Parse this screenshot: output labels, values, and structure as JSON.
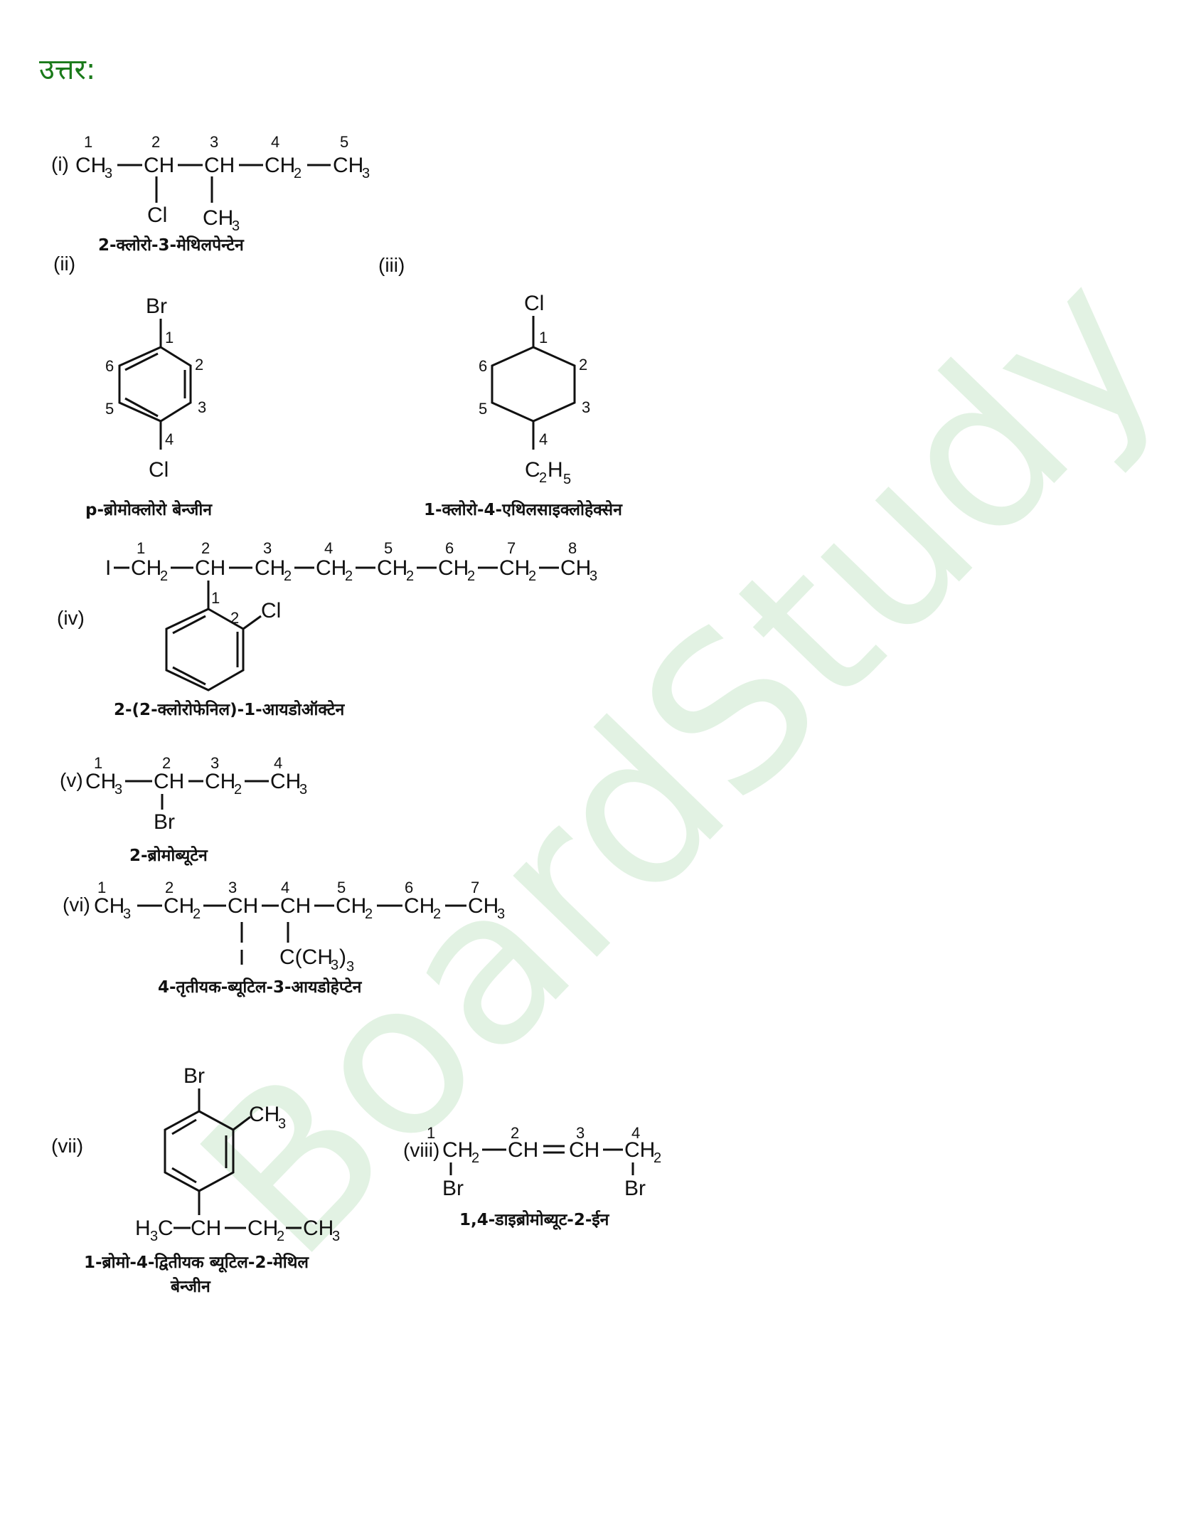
{
  "heading": "उत्तर:",
  "watermark": "BoardStudy",
  "colors": {
    "heading": "#1a7a1a",
    "watermark": "#e2f2e3",
    "ink": "#111111"
  },
  "structures": [
    {
      "label": "(i)",
      "formula": "CH3—CH(Cl)—CH(CH3)—CH2—CH3",
      "numbers": [
        "1",
        "2",
        "3",
        "4",
        "5"
      ],
      "substituents": [
        "Cl",
        "CH3"
      ],
      "name": "2-क्लोरो-3-मेथिलपेन्टेन"
    },
    {
      "label": "(ii)",
      "formula": "Br-C6H4-Cl (para)",
      "substituents": [
        "Br",
        "Cl"
      ],
      "ring_numbers": [
        "1",
        "2",
        "3",
        "4",
        "5",
        "6"
      ],
      "name": "p-ब्रोमोक्लोरो बेन्जीन"
    },
    {
      "label": "(iii)",
      "formula": "Cl-C6H10-C2H5",
      "substituents": [
        "Cl",
        "C2H5"
      ],
      "ring_numbers": [
        "1",
        "2",
        "3",
        "4",
        "5",
        "6"
      ],
      "name": "1-क्लोरो-4-एथिलसाइक्लोहेक्सेन"
    },
    {
      "label": "(iv)",
      "formula": "I—CH2—CH(C6H4Cl)—CH2—CH2—CH2—CH2—CH2—CH3",
      "numbers": [
        "1",
        "2",
        "3",
        "4",
        "5",
        "6",
        "7",
        "8"
      ],
      "ring_numbers": [
        "1",
        "2"
      ],
      "substituents": [
        "I",
        "Cl"
      ],
      "name": "2-(2-क्लोरोफेनिल)-1-आयडोऑक्टेन"
    },
    {
      "label": "(v)",
      "formula": "CH3—CH(Br)—CH2—CH3",
      "numbers": [
        "1",
        "2",
        "3",
        "4"
      ],
      "substituents": [
        "Br"
      ],
      "name": "2-ब्रोमोब्यूटेन"
    },
    {
      "label": "(vi)",
      "formula": "CH3—CH2—CH(I)—CH(C(CH3)3)—CH2—CH2—CH3",
      "numbers": [
        "1",
        "2",
        "3",
        "4",
        "5",
        "6",
        "7"
      ],
      "substituents": [
        "I",
        "C(CH3)3"
      ],
      "name": "4-तृतीयक-ब्यूटिल-3-आयडोहेप्टेन"
    },
    {
      "label": "(vii)",
      "formula": "Br-C6H3(CH3)-CH(CH3)CH2CH3",
      "substituents": [
        "Br",
        "CH3",
        "H3C—CH—CH2—CH3"
      ],
      "name": "1-ब्रोमो-4-द्वितीयक ब्यूटिल-2-मेथिल",
      "name_line2": "बेन्जीन"
    },
    {
      "label": "(viii)",
      "formula": "CH2(Br)—CH=CH—CH2(Br)",
      "numbers": [
        "1",
        "2",
        "3",
        "4"
      ],
      "substituents": [
        "Br",
        "Br"
      ],
      "name": "1,4-डाइब्रोमोब्यूट-2-ईन"
    }
  ]
}
